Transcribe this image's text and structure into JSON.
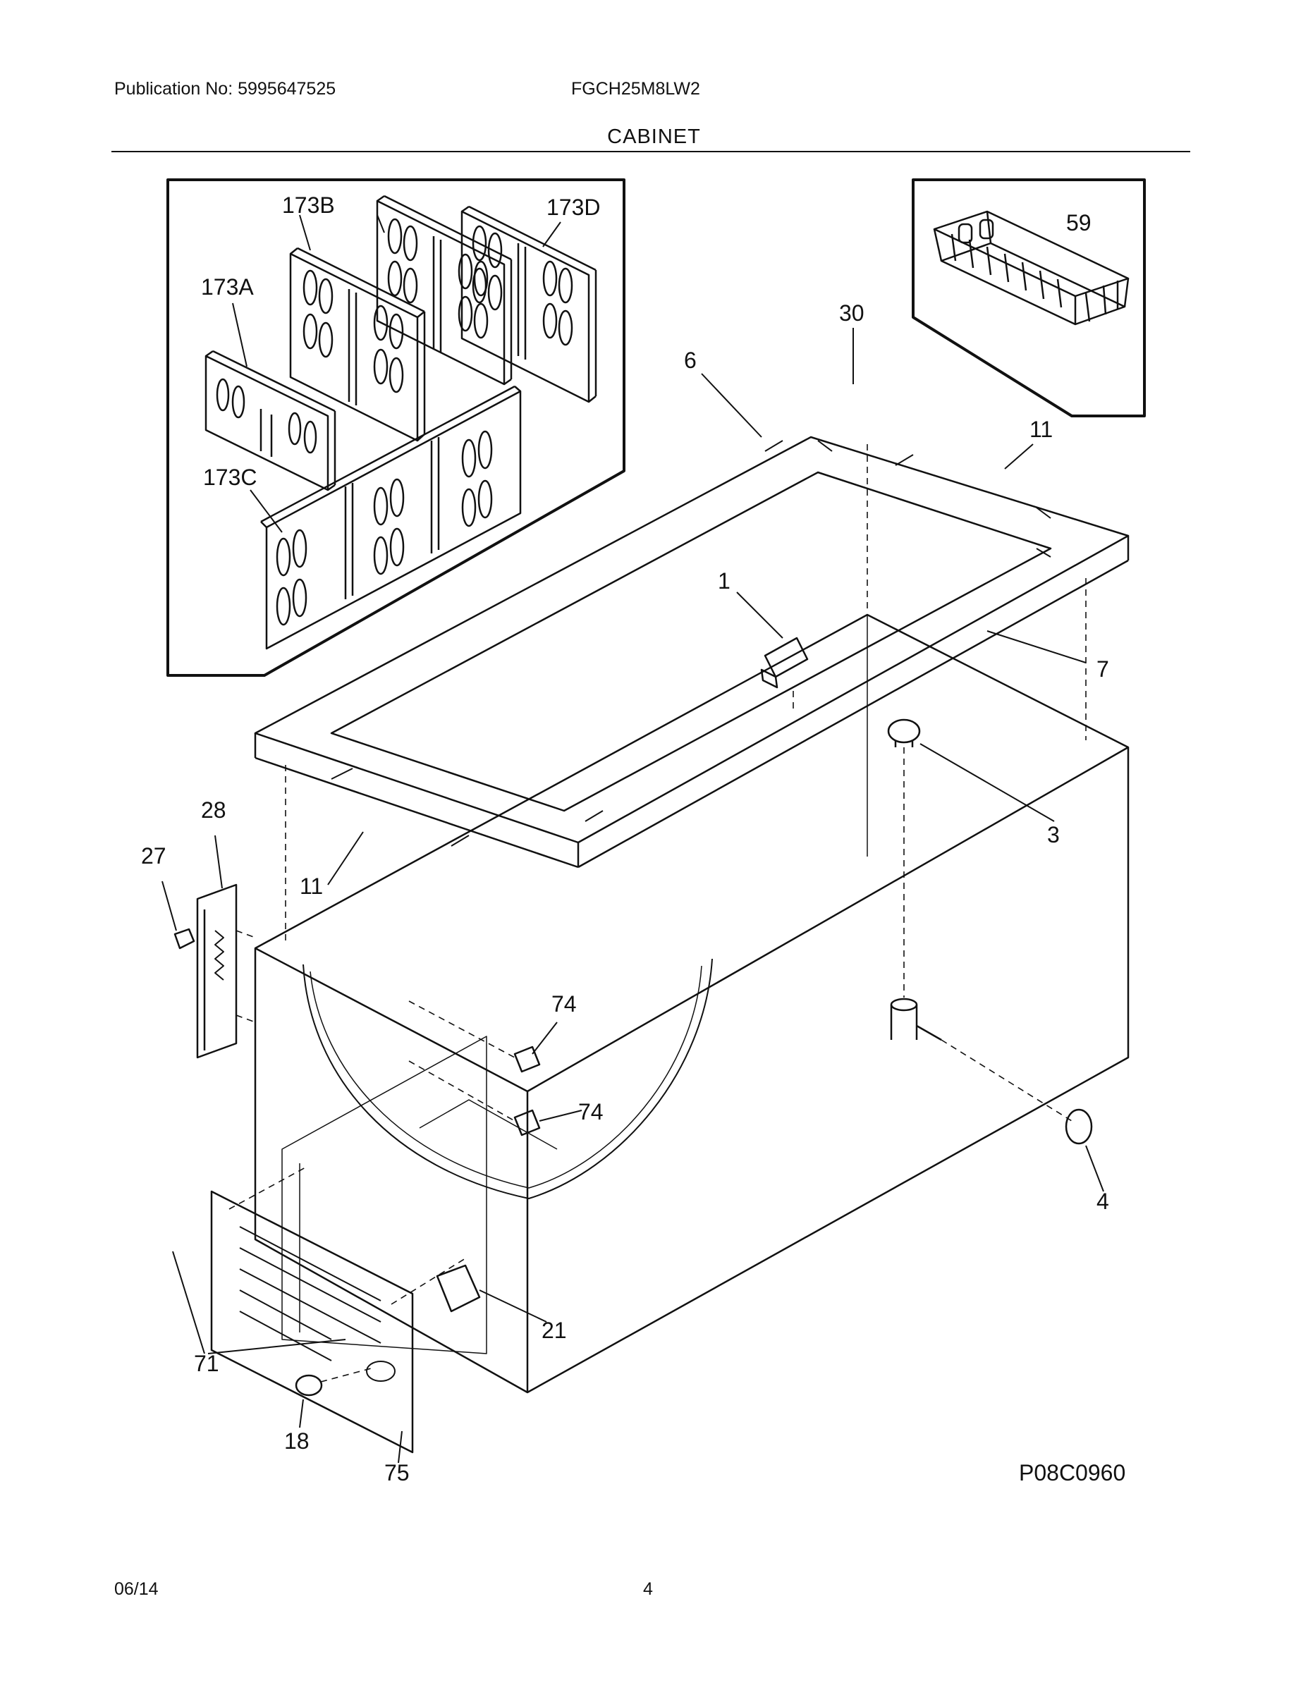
{
  "header": {
    "publication": "Publication No: 5995647525",
    "model": "FGCH25M8LW2",
    "section": "CABINET"
  },
  "callouts": {
    "c173b": "173B",
    "c173d": "173D",
    "c173a": "173A",
    "c173c": "173C",
    "c59": "59",
    "c30": "30",
    "c6": "6",
    "c11a": "11",
    "c1": "1",
    "c7": "7",
    "c3": "3",
    "c28": "28",
    "c27": "27",
    "c11b": "11",
    "c74a": "74",
    "c74b": "74",
    "c4": "4",
    "c21": "21",
    "c71": "71",
    "c18": "18",
    "c75": "75"
  },
  "diagram_id": "P08C0960",
  "footer": {
    "date": "06/14",
    "page": "4"
  }
}
